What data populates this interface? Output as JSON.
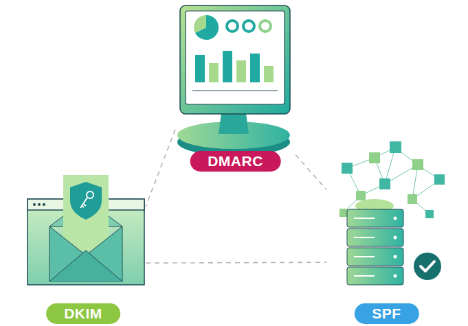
{
  "diagram": {
    "nodes": [
      {
        "text": [
          "DMARC"
        ]
      },
      {
        "text": [
          "DKIM"
        ]
      },
      {
        "text": [
          "SPF"
        ]
      }
    ],
    "edges": [
      {
        "from": 0,
        "to": 1,
        "arrow": "none"
      },
      {
        "from": 0,
        "to": 2,
        "arrow": "none"
      },
      {
        "from": 1,
        "to": 2,
        "arrow": "none"
      }
    ]
  }
}
